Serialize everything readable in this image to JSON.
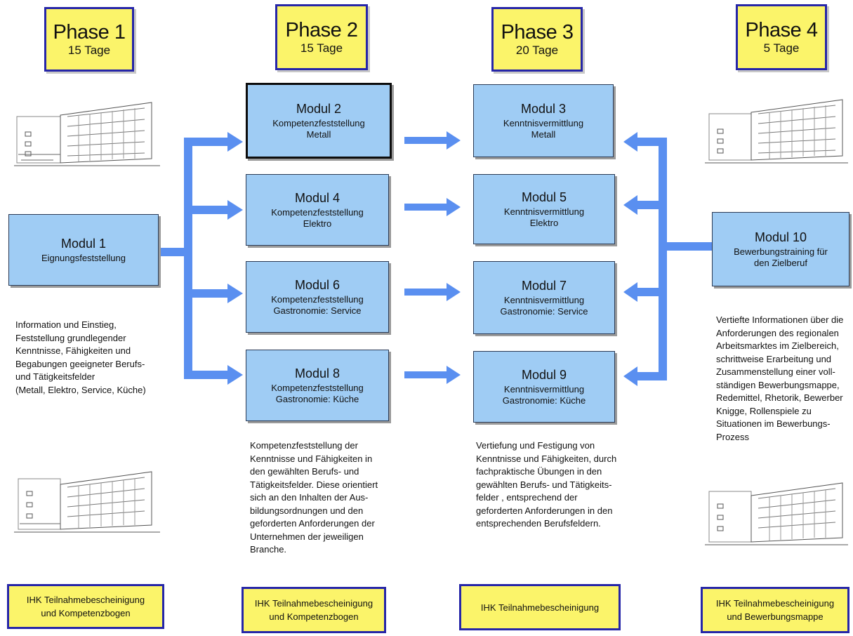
{
  "phases": [
    {
      "title": "Phase 1",
      "days": "15 Tage"
    },
    {
      "title": "Phase 2",
      "days": "15 Tage"
    },
    {
      "title": "Phase 3",
      "days": "20 Tage"
    },
    {
      "title": "Phase 4",
      "days": "5 Tage"
    }
  ],
  "modules": {
    "m1": {
      "title": "Modul 1",
      "sub": "Eignungsfeststellung"
    },
    "m2": {
      "title": "Modul 2",
      "sub": "Kompetenzfeststellung\nMetall"
    },
    "m3": {
      "title": "Modul 3",
      "sub": "Kenntnisvermittlung\nMetall"
    },
    "m4": {
      "title": "Modul 4",
      "sub": "Kompetenzfeststellung\nElektro"
    },
    "m5": {
      "title": "Modul 5",
      "sub": "Kenntnisvermittlung\nElektro"
    },
    "m6": {
      "title": "Modul 6",
      "sub": "Kompetenzfeststellung\nGastronomie: Service"
    },
    "m7": {
      "title": "Modul 7",
      "sub": "Kenntnisvermittlung\nGastronomie: Service"
    },
    "m8": {
      "title": "Modul 8",
      "sub": "Kompetenzfeststellung\nGastronomie: Küche"
    },
    "m9": {
      "title": "Modul 9",
      "sub": "Kenntnisvermittlung\nGastronomie: Küche"
    },
    "m10": {
      "title": "Modul 10",
      "sub": "Bewerbungstraining für\nden Zielberuf"
    }
  },
  "descriptions": {
    "phase1": "Information und Einstieg,\nFeststellung grundlegender\nKenntnisse, Fähigkeiten und\nBegabungen geeigneter Berufs-\nund Tätigkeitsfelder\n(Metall, Elektro, Service, Küche)",
    "phase2": "Kompetenzfeststellung der\nKenntnisse und Fähigkeiten in\nden gewählten Berufs- und\nTätigkeitsfelder. Diese orientiert\nsich an den Inhalten der Aus-\nbildungsordnungen und den\ngeforderten Anforderungen der\nUnternehmen der jeweiligen\nBranche.",
    "phase3": "Vertiefung und Festigung von\nKenntnisse und Fähigkeiten, durch\nfachpraktische Übungen in den\ngewählten Berufs- und Tätigkeits-\nfelder , entsprechend der\ngeforderten Anforderungen in den\nentsprechenden Berufsfeldern.",
    "phase4": "Vertiefte Informationen über die\nAnforderungen des regionalen\nArbeitsmarktes im Zielbereich,\nschrittweise Erarbeitung und\nZusammenstellung einer voll-\nständigen Bewerbungsmappe,\nRedemittel, Rhetorik, Bewerber\nKnigge, Rollenspiele zu\nSituationen im Bewerbungs-\nProzess"
  },
  "certificates": [
    "IHK Teilnahmebescheinigung\nund Kompetenzbogen",
    "IHK Teilnahmebescheinigung\nund Kompetenzbogen",
    "IHK Teilnahmebescheinigung",
    "IHK Teilnahmebescheinigung\nund Bewerbungsmappe"
  ],
  "colors": {
    "phase_fill": "#fbf46a",
    "phase_border": "#2626a8",
    "module_fill": "#9fccf4",
    "arrow": "#5a8ff0"
  }
}
